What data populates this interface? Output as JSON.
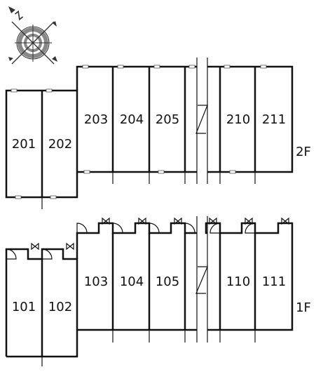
{
  "floors": [
    {
      "name": "2F",
      "units": [
        "201",
        "202",
        "203",
        "204",
        "205",
        "210",
        "211"
      ]
    },
    {
      "name": "1F",
      "units": [
        "101",
        "102",
        "103",
        "104",
        "105",
        "110",
        "111"
      ]
    }
  ],
  "compass": {
    "icon": "compass-icon",
    "north_marker": "N"
  },
  "colors": {
    "line": "#111111",
    "compass_gray": "#888888",
    "window": "#666666"
  }
}
